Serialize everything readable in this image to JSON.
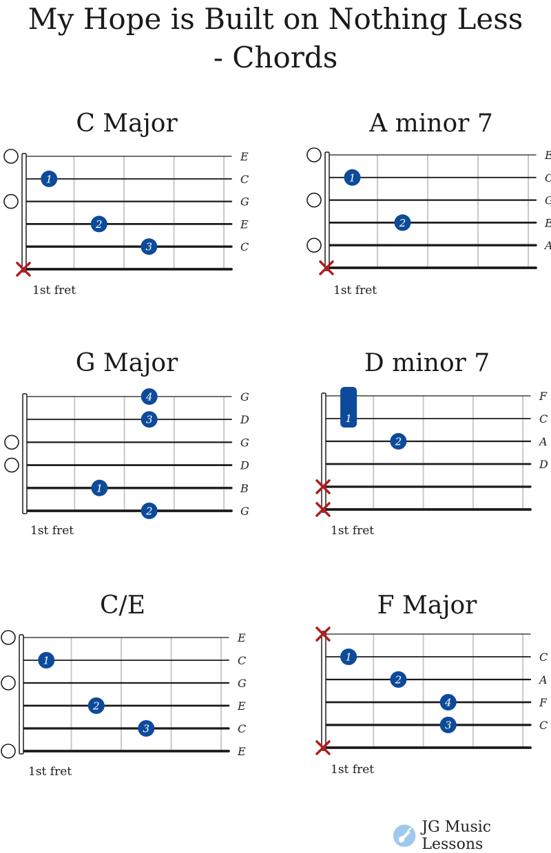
{
  "page": {
    "title_line1": "My Hope is Built on Nothing Less",
    "title_line2": "- Chords",
    "brand": "JG Music Lessons",
    "fret_label": "1st fret",
    "colors": {
      "dot": "#0d4a9a",
      "mute": "#b01c1c",
      "line": "#1a1a1a",
      "fret": "#c8c8c8"
    },
    "icons": [
      "open-string-circle-icon",
      "muted-string-x-icon",
      "guitar-logo-icon"
    ]
  },
  "chords": [
    {
      "name": "C Major",
      "strings": [
        "E",
        "C",
        "G",
        "E",
        "C",
        ""
      ],
      "markers": [
        "open",
        "",
        "open",
        "",
        "",
        "mute"
      ],
      "fingers": [
        {
          "string": 2,
          "fret": 1,
          "label": "1"
        },
        {
          "string": 4,
          "fret": 2,
          "label": "2"
        },
        {
          "string": 5,
          "fret": 3,
          "label": "3"
        }
      ],
      "barres": []
    },
    {
      "name": "A minor 7",
      "strings": [
        "E",
        "C",
        "G",
        "E",
        "A",
        ""
      ],
      "markers": [
        "open",
        "",
        "open",
        "",
        "open",
        "mute"
      ],
      "fingers": [
        {
          "string": 2,
          "fret": 1,
          "label": "1"
        },
        {
          "string": 4,
          "fret": 2,
          "label": "2"
        }
      ],
      "barres": []
    },
    {
      "name": "G Major",
      "strings": [
        "G",
        "D",
        "G",
        "D",
        "B",
        "G"
      ],
      "markers": [
        "",
        "",
        "open",
        "open",
        "",
        ""
      ],
      "fingers": [
        {
          "string": 1,
          "fret": 3,
          "label": "4"
        },
        {
          "string": 2,
          "fret": 3,
          "label": "3"
        },
        {
          "string": 5,
          "fret": 2,
          "label": "1"
        },
        {
          "string": 6,
          "fret": 3,
          "label": "2"
        }
      ],
      "barres": []
    },
    {
      "name": "D minor 7",
      "strings": [
        "F",
        "C",
        "A",
        "D",
        "",
        ""
      ],
      "markers": [
        "",
        "",
        "",
        "",
        "mute",
        "mute"
      ],
      "fingers": [
        {
          "string": 3,
          "fret": 2,
          "label": "2"
        }
      ],
      "barres": [
        {
          "from": 1,
          "to": 2,
          "fret": 1,
          "label": "1"
        }
      ]
    },
    {
      "name": "C/E",
      "strings": [
        "E",
        "C",
        "G",
        "E",
        "C",
        "E"
      ],
      "markers": [
        "open",
        "",
        "open",
        "",
        "",
        "open"
      ],
      "fingers": [
        {
          "string": 2,
          "fret": 1,
          "label": "1"
        },
        {
          "string": 4,
          "fret": 2,
          "label": "2"
        },
        {
          "string": 5,
          "fret": 3,
          "label": "3"
        }
      ],
      "barres": []
    },
    {
      "name": "F Major",
      "strings": [
        "",
        "C",
        "A",
        "F",
        "C",
        ""
      ],
      "markers": [
        "mute",
        "",
        "",
        "",
        "",
        "mute"
      ],
      "fingers": [
        {
          "string": 2,
          "fret": 1,
          "label": "1"
        },
        {
          "string": 3,
          "fret": 2,
          "label": "2"
        },
        {
          "string": 4,
          "fret": 3,
          "label": "4"
        },
        {
          "string": 5,
          "fret": 3,
          "label": "3"
        }
      ],
      "barres": []
    }
  ]
}
